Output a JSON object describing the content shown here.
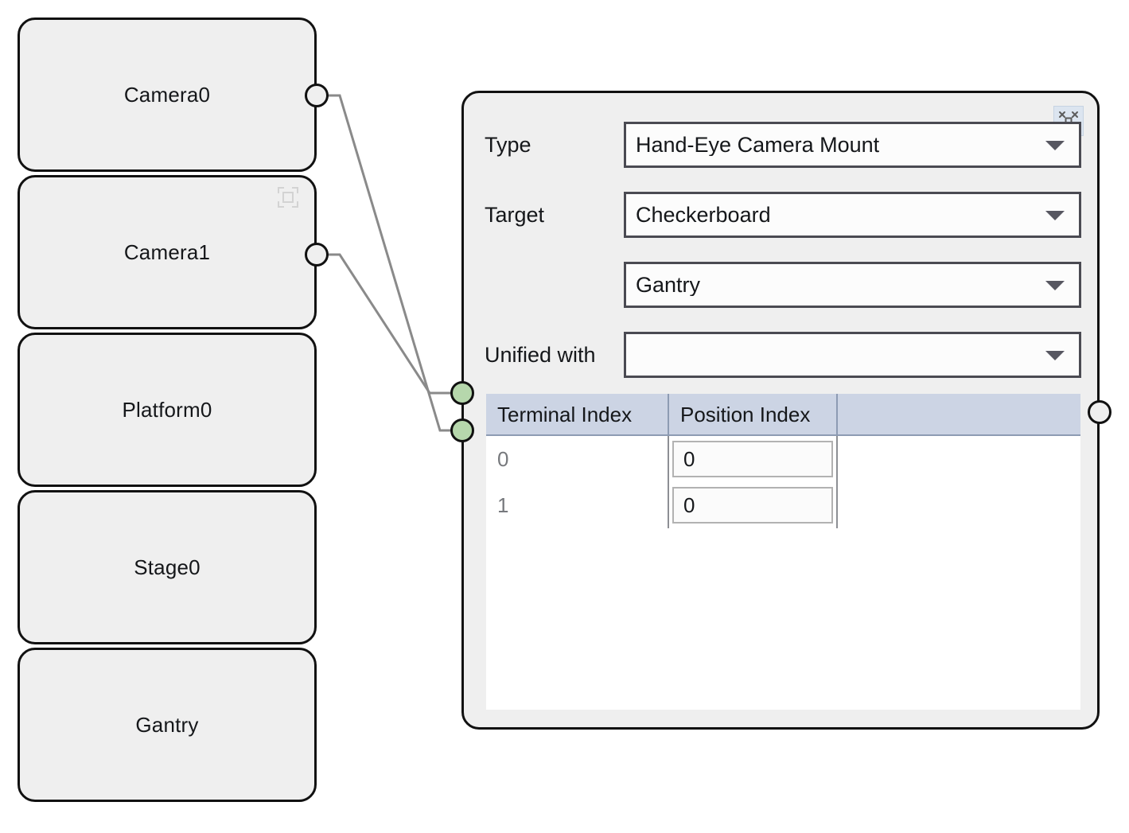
{
  "graph": {
    "nodes": [
      {
        "label": "Camera0",
        "has_badge": false,
        "badge_icon": "",
        "has_output_port": true
      },
      {
        "label": "Camera1",
        "has_badge": true,
        "badge_icon": "crop-bracket-icon",
        "has_output_port": true
      },
      {
        "label": "Platform0",
        "has_badge": false,
        "badge_icon": "",
        "has_output_port": false
      },
      {
        "label": "Stage0",
        "has_badge": false,
        "badge_icon": "",
        "has_output_port": false
      },
      {
        "label": "Gantry",
        "has_badge": false,
        "badge_icon": "",
        "has_output_port": false
      }
    ],
    "ports": {
      "output_color": "#efefef",
      "input_color": "#b6d7ac",
      "border_color": "#111111",
      "wire_color": "#8a8a8a",
      "input_count": 2,
      "output_count": 2,
      "right_port_count": 1
    }
  },
  "panel": {
    "collapse_icon": "collapse-arrows-icon",
    "collapse_icon_bg": "#dce5f0",
    "fields": [
      {
        "label": "Type",
        "value": "Hand-Eye Camera Mount",
        "placeholder": ""
      },
      {
        "label": "Target",
        "value": "Checkerboard",
        "placeholder": ""
      },
      {
        "label": "",
        "value": "Gantry",
        "placeholder": ""
      },
      {
        "label": "Unified with",
        "value": "",
        "placeholder": ""
      }
    ],
    "table": {
      "columns": [
        "Terminal Index",
        "Position Index",
        ""
      ],
      "header_bg": "#ccd4e4",
      "rows": [
        {
          "terminal_index": "0",
          "position_index": "0"
        },
        {
          "terminal_index": "1",
          "position_index": "0"
        }
      ]
    }
  },
  "theme": {
    "node_fill": "#efefef",
    "node_border": "#111111",
    "panel_fill": "#efefef",
    "field_fill": "#fcfcfc",
    "field_border": "#4a4a52",
    "canvas_bg": "#ffffff"
  }
}
